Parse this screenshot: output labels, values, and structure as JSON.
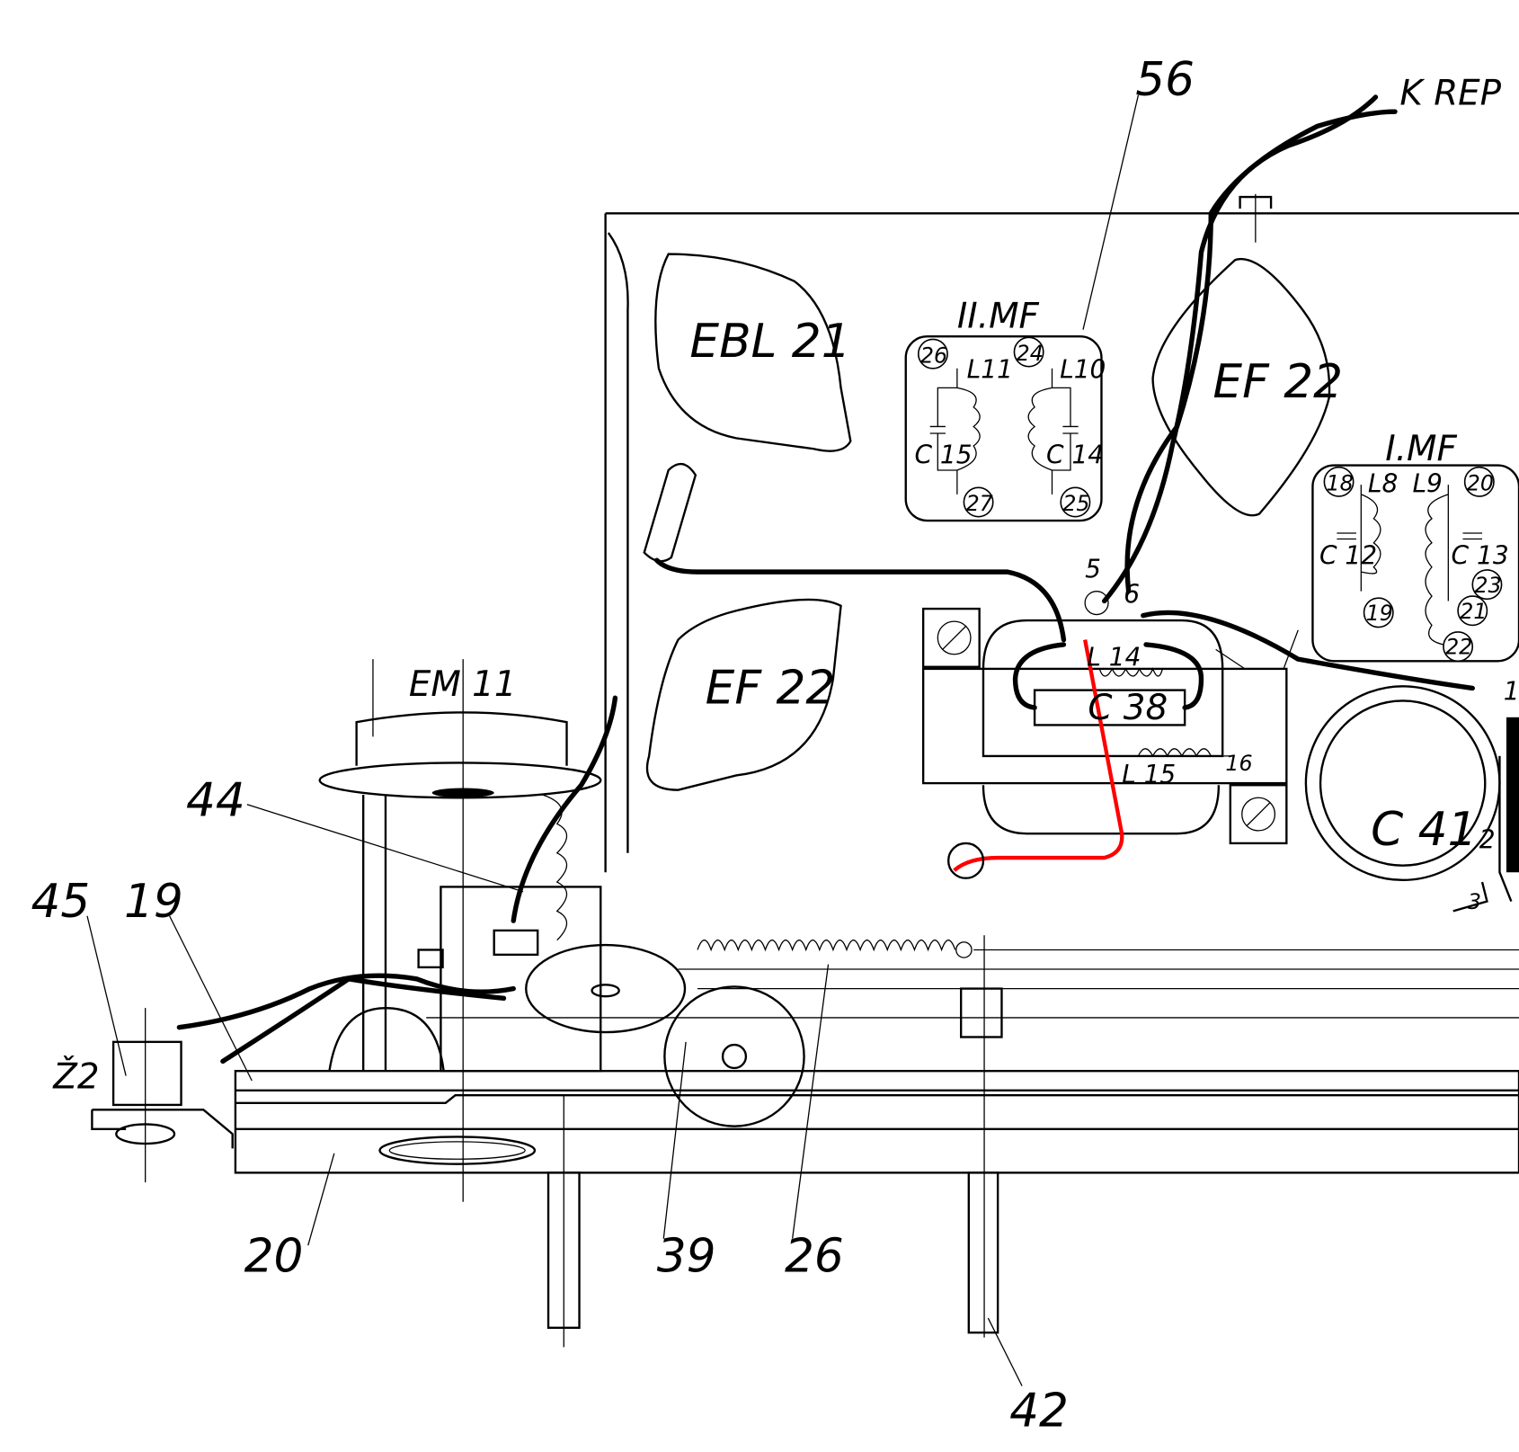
{
  "diagram": {
    "callouts": {
      "n56": "56",
      "k_rep": "K  REP",
      "n44": "44",
      "n45": "45",
      "n19": "19",
      "z2": "Ž2",
      "n20": "20",
      "n39": "39",
      "n26": "26",
      "n42": "42"
    },
    "tubes": {
      "ebl21": "EBL 21",
      "ef22_top": "EF 22",
      "ef22_bottom": "EF 22",
      "em11": "EM 11"
    },
    "mf2": {
      "title": "II.MF",
      "t26": "26",
      "t24": "24",
      "l11": "L11",
      "l10": "L10",
      "c15": "C 15",
      "c14": "C 14",
      "t27": "27",
      "t25": "25"
    },
    "mf1": {
      "title": "I.MF",
      "t18": "18",
      "l8": "L8",
      "l9": "L9",
      "t20": "20",
      "c12": "C 12",
      "c13": "C 13",
      "t19": "19",
      "t21": "21",
      "t22": "22",
      "t23": "23"
    },
    "coil_block": {
      "c38": "C 38",
      "l14": "L 14",
      "l15": "L 15",
      "t16": "16",
      "t5": "5",
      "t6": "6"
    },
    "c41": "C 41",
    "edge_terminals": {
      "t1": "1",
      "t2": "2",
      "t3": "3"
    },
    "colors": {
      "line": "#000000",
      "highlight_wire": "#ff0000",
      "background": "#ffffff"
    }
  }
}
